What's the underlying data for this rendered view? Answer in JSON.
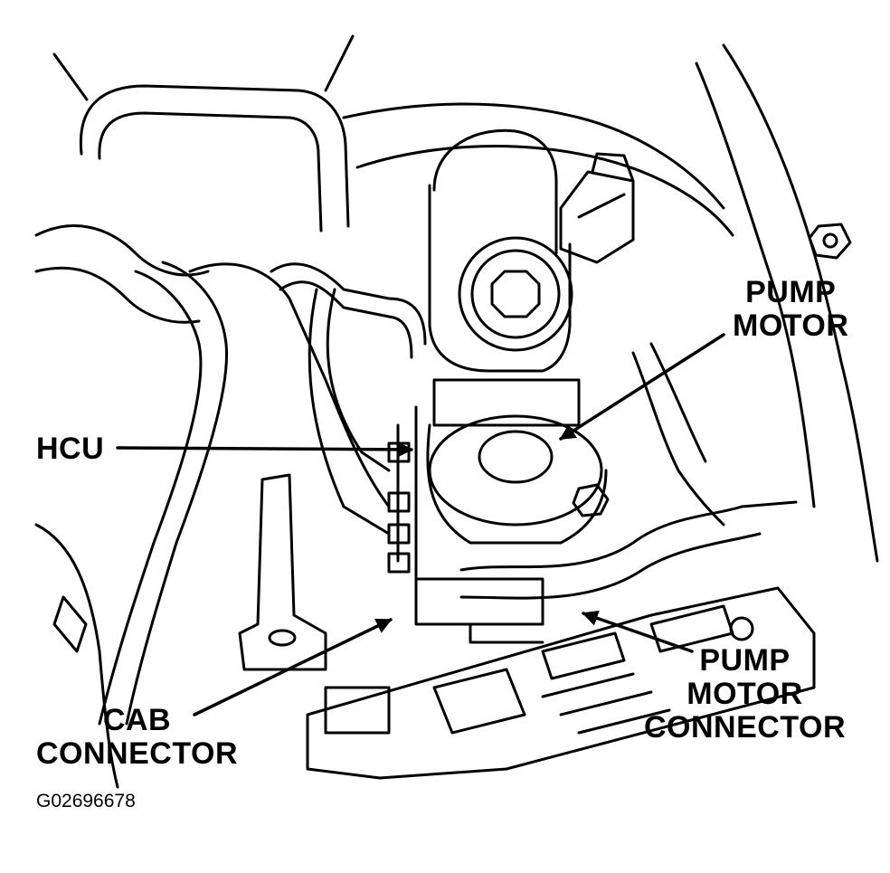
{
  "labels": {
    "pump_motor": [
      "PUMP",
      "MOTOR"
    ],
    "hcu": "HCU",
    "cab_connector": [
      "CAB",
      "CONNECTOR"
    ],
    "pump_motor_connector": [
      "PUMP",
      "MOTOR",
      "CONNECTOR"
    ]
  },
  "figure_id": "G02696678",
  "colors": {
    "ink": "#000000",
    "paper": "#ffffff"
  }
}
